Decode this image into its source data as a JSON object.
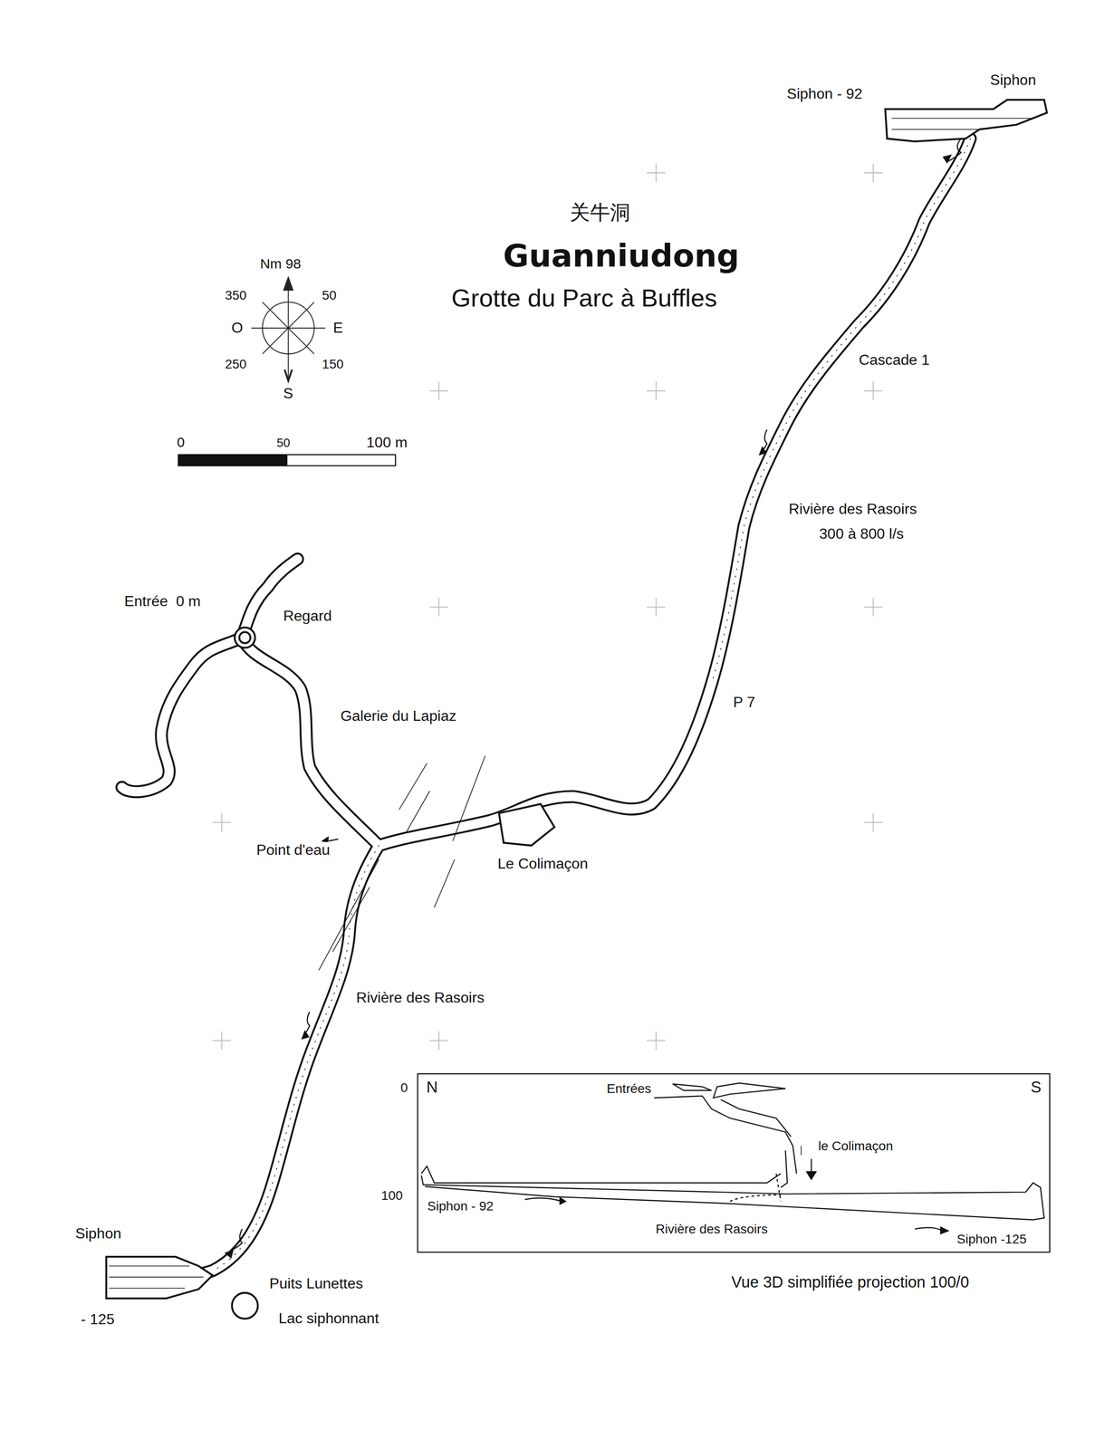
{
  "diagram": {
    "title": "Guanniudong",
    "caption": "Vue 3D simplifiée projection 100/0",
    "labels": [
      "关牛洞",
      "Grotte du Parc à Buffles",
      "Siphon - 92",
      "Siphon",
      "Nm 98",
      "350",
      "50",
      "O",
      "E",
      "250",
      "150",
      "S",
      "0",
      "50",
      "100 m",
      "Cascade 1",
      "Rivière des Rasoirs",
      "300 à 800 l/s",
      "Entrée  0 m",
      "Regard",
      "P 7",
      "Galerie du Lapiaz",
      "Point d'eau",
      "Le Colimaçon",
      "Rivière des Rasoirs",
      "0",
      "N",
      "Entrées",
      "S",
      "le Colimaçon",
      "100",
      "Siphon - 92",
      "Rivière des Rasoirs",
      "Siphon -125",
      "Siphon",
      "Puits Lunettes",
      "- 125",
      "Lac siphonnant"
    ]
  }
}
